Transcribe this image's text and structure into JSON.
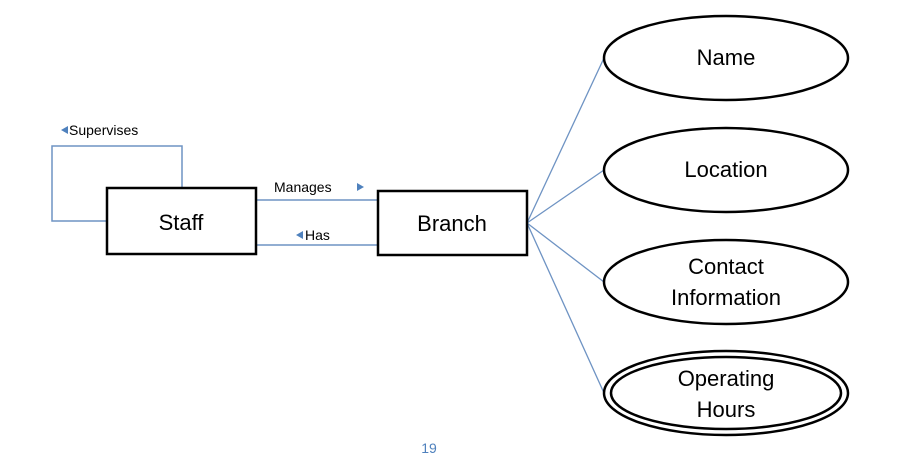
{
  "entities": {
    "staff": {
      "label": "Staff"
    },
    "branch": {
      "label": "Branch"
    }
  },
  "relationships": {
    "supervises": {
      "label": "Supervises"
    },
    "manages": {
      "label": "Manages"
    },
    "has": {
      "label": "Has"
    }
  },
  "attributes": {
    "name": {
      "label": "Name"
    },
    "location": {
      "label": "Location"
    },
    "contact": {
      "line1": "Contact",
      "line2": "Information"
    },
    "hours": {
      "line1": "Operating",
      "line2": "Hours",
      "multivalued": true
    }
  },
  "page_number": "19",
  "colors": {
    "connector": "#6e93c3",
    "arrow": "#4f81bd",
    "page_number": "#4f81bd"
  }
}
